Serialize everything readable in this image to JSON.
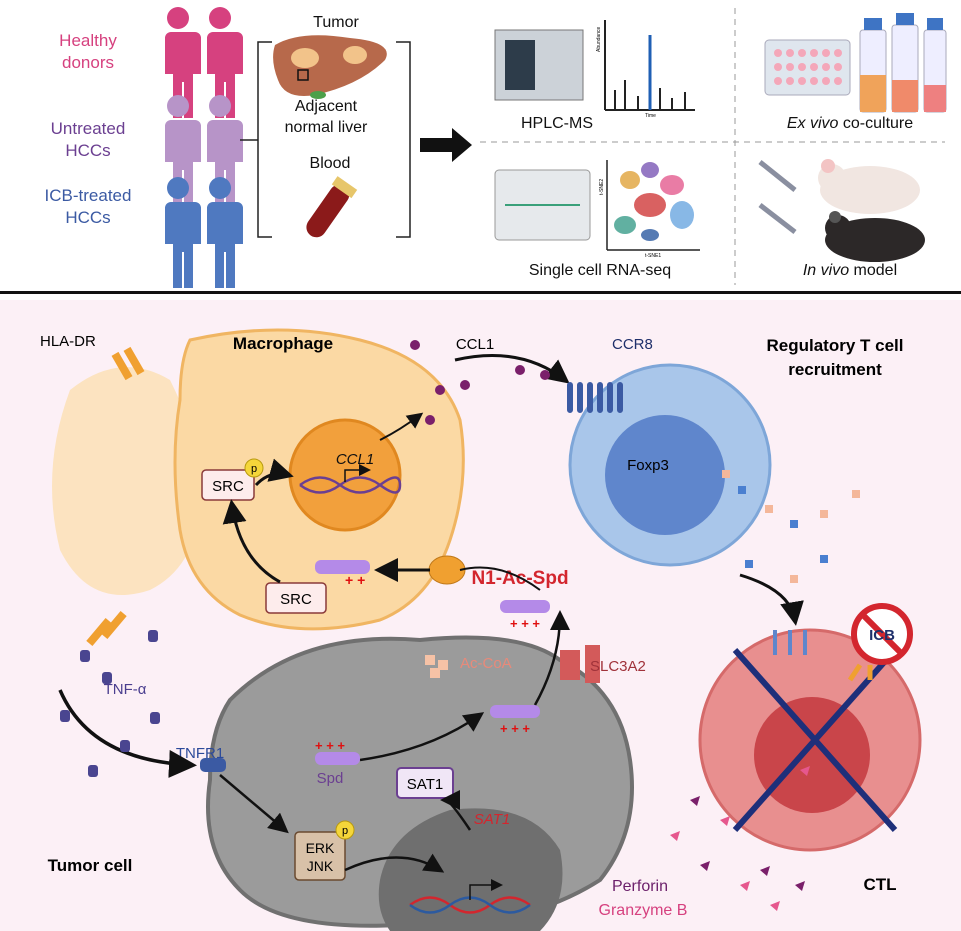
{
  "top": {
    "cohorts": [
      {
        "line1": "Healthy",
        "line2": "donors",
        "color": "#d6417f"
      },
      {
        "line1": "Untreated",
        "line2": "HCCs",
        "color": "#6b3f91"
      },
      {
        "line1": "ICB-treated",
        "line2": "HCCs",
        "color": "#3b5aa3"
      }
    ],
    "samples": {
      "tumor": "Tumor",
      "adjacent1": "Adjacent",
      "adjacent2": "normal liver",
      "blood": "Blood"
    },
    "methods": {
      "hplc": "HPLC-MS",
      "hplc_y": "Abundance",
      "hplc_x": "Time",
      "exvivo_italic": "Ex vivo",
      "exvivo_rest": " co-culture",
      "scrna": "Single cell RNA-seq",
      "tsne_y": "t-SNE2",
      "tsne_x": "t-SNE1",
      "invivo_italic": "In vivo",
      "invivo_rest": " model"
    }
  },
  "bottom": {
    "hla_dr": "HLA-DR",
    "macrophage": "Macrophage",
    "ccl1": "CCL1",
    "ccr8": "CCR8",
    "treg1": "Regulatory T cell",
    "treg2": "recruitment",
    "foxp3": "Foxp3",
    "src_p": "SRC",
    "p": "p",
    "ccl1_gene": "CCL1",
    "src": "SRC",
    "n1acspd": "N1-Ac-Spd",
    "slc3a2": "SLC3A2",
    "tnfa": "TNF-α",
    "accoa": "Ac-CoA",
    "tnfr1": "TNFR1",
    "spd": "Spd",
    "sat1": "SAT1",
    "tumor_cell": "Tumor cell",
    "erk": "ERK",
    "jnk": "JNK",
    "sat1_gene": "SAT1",
    "icb": "ICB",
    "perforin": "Perforin",
    "granzyme": "Granzyme B",
    "ctl": "CTL"
  },
  "colors": {
    "background_bottom": "#fcf0f6",
    "macrophage": "#fbd9a4",
    "treg": "#a9c6ea",
    "tumor": "#9b9b9b",
    "ctl": "#e88f8f",
    "n1acspd": "#d3262e"
  }
}
